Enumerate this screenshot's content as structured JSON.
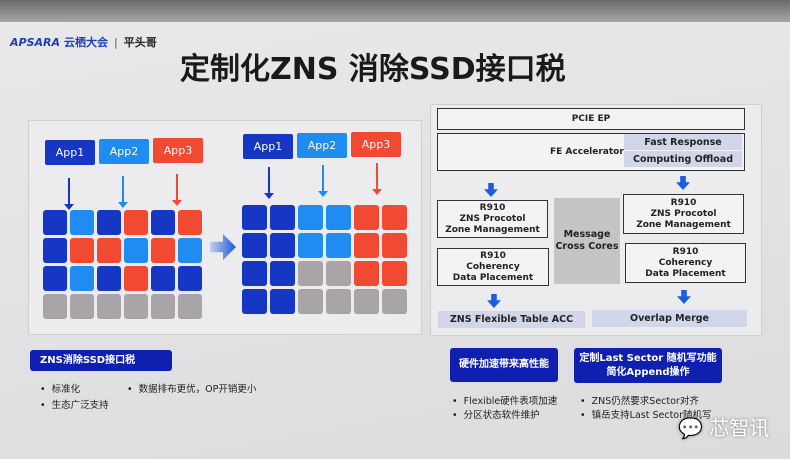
{
  "logo": {
    "brand": "APSARA",
    "event": "云栖大会",
    "partner": "平头哥"
  },
  "title": "定制化ZNS 消除SSD接口税",
  "colors": {
    "D": "#1537c4",
    "L": "#1e8cf0",
    "R": "#f24a32",
    "G": "#a8a4a8"
  },
  "apps": [
    "App1",
    "App2",
    "App3"
  ],
  "left_grid": [
    [
      "D",
      "L",
      "D",
      "R",
      "D",
      "R"
    ],
    [
      "D",
      "R",
      "R",
      "L",
      "R",
      "L"
    ],
    [
      "D",
      "L",
      "D",
      "R",
      "D",
      "D"
    ],
    [
      "G",
      "G",
      "G",
      "G",
      "G",
      "G"
    ]
  ],
  "right_grid": [
    [
      "D",
      "D",
      "L",
      "L",
      "R",
      "R"
    ],
    [
      "D",
      "D",
      "L",
      "L",
      "R",
      "R"
    ],
    [
      "D",
      "D",
      "G",
      "G",
      "R",
      "R"
    ],
    [
      "D",
      "D",
      "G",
      "G",
      "G",
      "G"
    ]
  ],
  "arch": {
    "pcie": "PCIE EP",
    "fe": "FE Accelerator",
    "fast": "Fast Response",
    "offload": "Computing Offload",
    "left_top": [
      "R910",
      "ZNS Procotol",
      "Zone Management"
    ],
    "left_bot": [
      "R910",
      "Coherency",
      "Data Placement"
    ],
    "msg": [
      "Message",
      "Cross Cores"
    ],
    "right_top": [
      "R910",
      "ZNS Procotol",
      "Zone Management"
    ],
    "right_bot": [
      "R910",
      "Coherency",
      "Data Placement"
    ],
    "left_out": "ZNS Flexible Table ACC",
    "right_out": "Overlap Merge"
  },
  "sections": [
    {
      "header": "ZNS消除SSD接口税",
      "bullets": [
        "标准化",
        "生态广泛支持",
        "数据排布更优，OP开销更小"
      ]
    },
    {
      "header": "硬件加速带来高性能",
      "bullets": [
        "Flexible硬件表项加速",
        "分区状态软件维护"
      ]
    },
    {
      "header": "定制Last Sector 随机写功能\n简化Append操作",
      "header_l1": "定制Last Sector 随机写功能",
      "header_l2": "简化Append操作",
      "bullets": [
        "ZNS仍然要求Sector对齐",
        "镇岳支持Last Sector随机写"
      ]
    }
  ],
  "watermark": "芯智讯"
}
